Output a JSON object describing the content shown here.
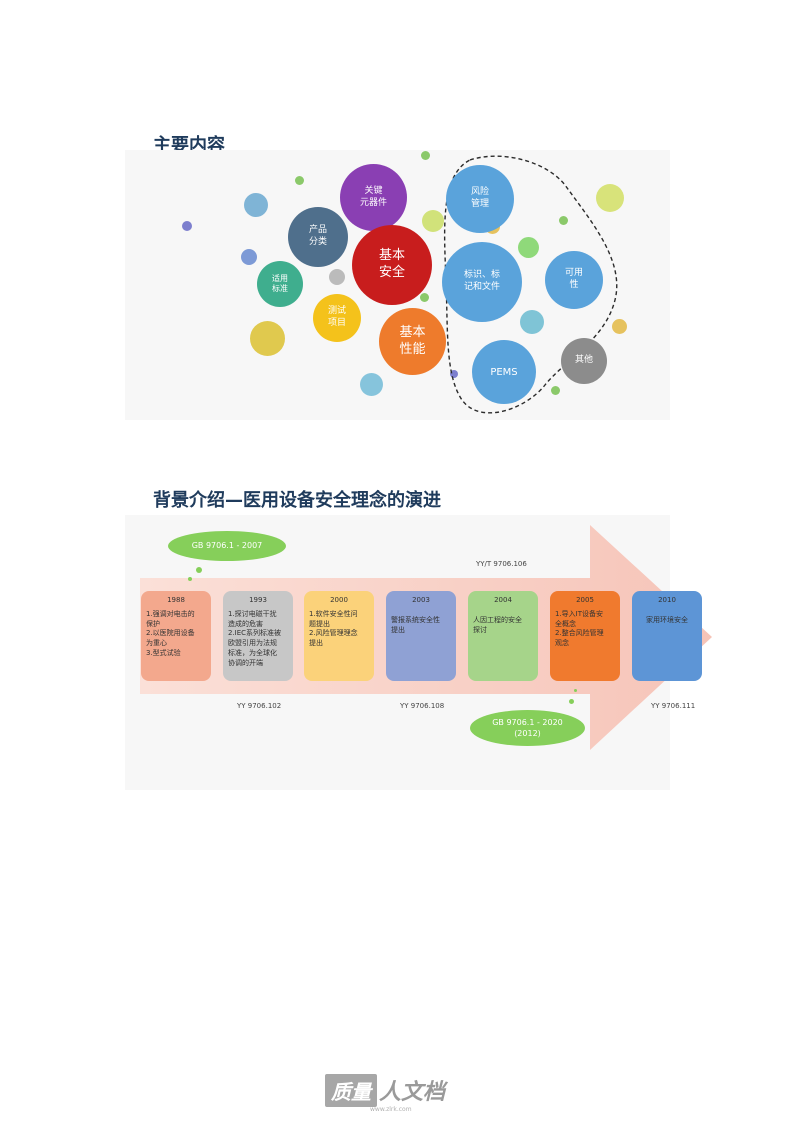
{
  "section1": {
    "title": "主要内容",
    "bubbles": [
      {
        "lines": [
          "关键",
          "元器件"
        ],
        "color": "#8a3fb3"
      },
      {
        "lines": [
          "产品",
          "分类"
        ],
        "color": "#4f6f8c"
      },
      {
        "lines": [
          "基本",
          "安全"
        ],
        "color": "#c81d1d"
      },
      {
        "lines": [
          "适用",
          "标准"
        ],
        "color": "#3fae8e"
      },
      {
        "lines": [
          "测试",
          "项目"
        ],
        "color": "#f4c21b"
      },
      {
        "lines": [
          "基本",
          "性能"
        ],
        "color": "#ee7b2c"
      },
      {
        "lines": [
          "风险",
          "管理"
        ],
        "color": "#5aa3db"
      },
      {
        "lines": [
          "标识、标",
          "记和文件"
        ],
        "color": "#5aa3db"
      },
      {
        "lines": [
          "可用",
          "性"
        ],
        "color": "#5aa3db"
      },
      {
        "lines": [
          "PEMS"
        ],
        "color": "#5aa3db"
      },
      {
        "lines": [
          "其他"
        ],
        "color": "#8c8c8c"
      }
    ]
  },
  "section2": {
    "title": "背景介绍—医用设备安全理念的演进",
    "boxes": [
      {
        "year": "1988",
        "lines": [
          "1.强调对电击的",
          "保护",
          "2.以医院用设备",
          "为重心",
          "3.型式试验"
        ],
        "color": "#f3a88d"
      },
      {
        "year": "1993",
        "lines": [
          "1.探讨电磁干扰",
          "造成的危害",
          "2.IEC系列标准被",
          "欧盟引用为法规",
          "标准，为全球化",
          "协调的开端"
        ],
        "color": "#c7c7c7"
      },
      {
        "year": "2000",
        "lines": [
          "1.软件安全性问",
          "题提出",
          "2.风险管理理念",
          "提出"
        ],
        "color": "#fbd27a"
      },
      {
        "year": "2003",
        "lines": [
          "警报系统安全性",
          "提出"
        ],
        "color": "#8fa1d4"
      },
      {
        "year": "2004",
        "lines": [
          "人因工程的安全",
          "探讨"
        ],
        "color": "#a6d48a"
      },
      {
        "year": "2005",
        "lines": [
          "1.导入IT设备安",
          "全概念",
          "2.整合风险管理",
          "观念"
        ],
        "color": "#f07a2e"
      },
      {
        "year": "2010",
        "lines": [
          "家用环境安全"
        ],
        "color": "#5d95d6"
      }
    ],
    "standards_top": [
      "YY/T 9706.106"
    ],
    "standards_bottom": [
      "YY 9706.102",
      "YY 9706.108",
      "YY 9706.111"
    ],
    "cloud_top": "GB 9706.1 - 2007",
    "cloud_bottom": [
      "GB 9706.1 - 2020",
      "(2012)"
    ]
  },
  "footer": {
    "logo_box": "质量",
    "logo_text": "人文档",
    "logo_sub": "www.zlrk.com"
  }
}
